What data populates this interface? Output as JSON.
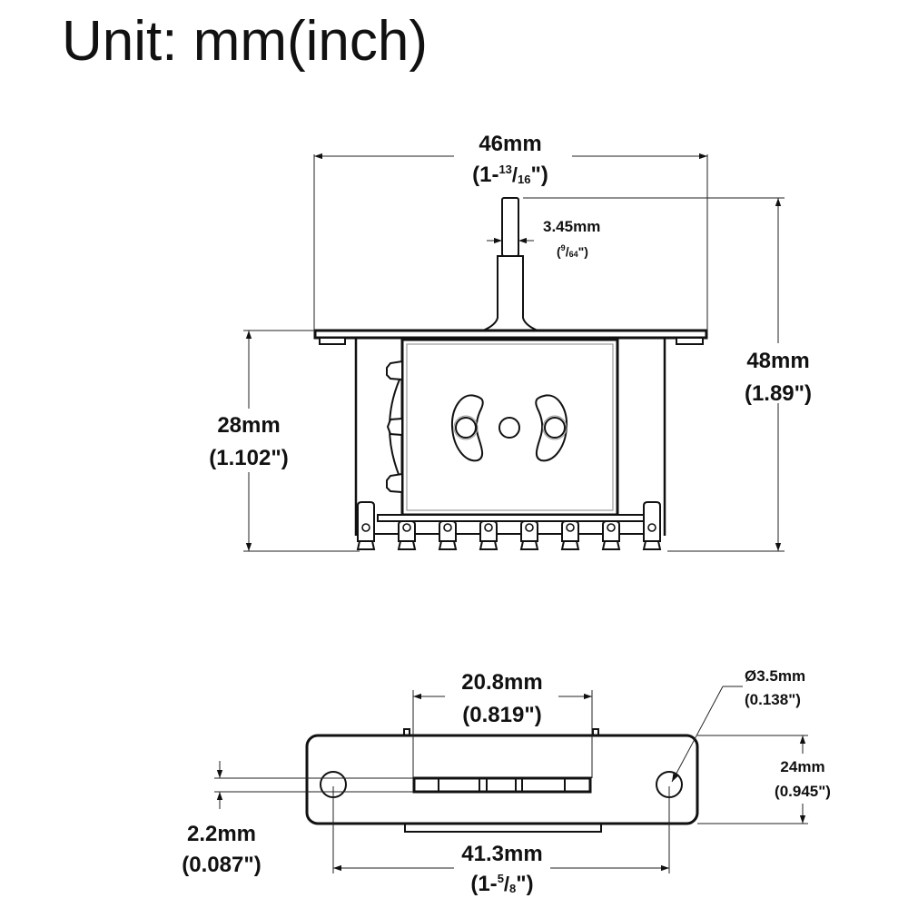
{
  "title": "Unit: mm(inch)",
  "top_view": {
    "width": {
      "mm": "46mm",
      "inch_prefix": "(1-",
      "inch_num": "13",
      "inch_den": "16",
      "inch_suffix": "\")"
    },
    "lever": {
      "mm": "3.45mm",
      "inch_prefix": "(",
      "inch_num": "9",
      "inch_den": "64",
      "inch_suffix": "\")"
    },
    "height_total": {
      "mm": "48mm",
      "inch": "(1.89\")"
    },
    "height_body": {
      "mm": "28mm",
      "inch": "(1.102\")"
    }
  },
  "bottom_view": {
    "bar_width": {
      "mm": "20.8mm",
      "inch": "(0.819\")"
    },
    "hole_diameter": {
      "mm": "Ø3.5mm",
      "inch": "(0.138\")"
    },
    "plate_height": {
      "mm": "24mm",
      "inch": "(0.945\")"
    },
    "bar_thickness": {
      "mm": "2.2mm",
      "inch": "(0.087\")"
    },
    "hole_spacing": {
      "mm": "41.3mm",
      "inch_prefix": "(1-",
      "inch_num": "5",
      "inch_den": "8",
      "inch_suffix": "\")"
    }
  }
}
